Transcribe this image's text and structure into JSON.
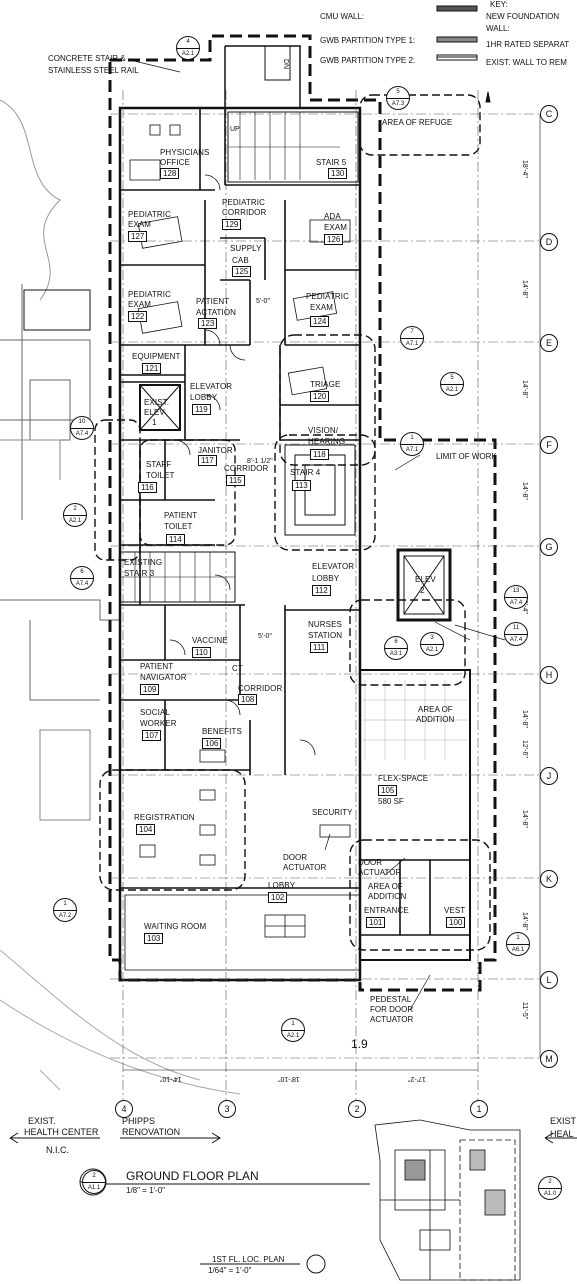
{
  "key": {
    "heading": "KEY:",
    "cmu_wall": "CMU WALL:",
    "gwb_type1": "GWB PARTITION TYPE 1:",
    "gwb_type2": "GWB PARTITION TYPE 2:",
    "new_foundation": "NEW FOUNDATION",
    "wall": "WALL:",
    "rated_sep": "1HR RATED SEPARAT",
    "exist_wall": "EXIST. WALL TO REM"
  },
  "rooms": [
    {
      "name": "PHYSICIANS",
      "name2": "OFFICE",
      "num": "128"
    },
    {
      "name": "STAIR 5",
      "name2": "",
      "num": "130"
    },
    {
      "name": "PEDIATRIC",
      "name2": "EXAM",
      "num": "127"
    },
    {
      "name": "PEDIATRIC",
      "name2": "CORRIDOR",
      "num": "129"
    },
    {
      "name": "ADA",
      "name2": "EXAM",
      "num": "126"
    },
    {
      "name": "SUPPLY",
      "name2": "CAB",
      "num": "125"
    },
    {
      "name": "PEDIATRIC",
      "name2": "EXAM",
      "num": "122"
    },
    {
      "name": "PATIENT",
      "name2": "ACTATION",
      "num": "123"
    },
    {
      "name": "PEDIATRIC",
      "name2": "EXAM",
      "num": "124"
    },
    {
      "name": "EQUIPMENT",
      "name2": "",
      "num": "121"
    },
    {
      "name": "ELEVATOR",
      "name2": "LOBBY",
      "num": "119"
    },
    {
      "name": "TRIAGE",
      "name2": "",
      "num": "120"
    },
    {
      "name": "EXIST.",
      "name2": "ELEV",
      "num": "1"
    },
    {
      "name": "VISION/",
      "name2": "HEARING",
      "num": "118"
    },
    {
      "name": "JANITOR",
      "name2": "",
      "num": "117"
    },
    {
      "name": "STAFF",
      "name2": "TOILET",
      "num": "116"
    },
    {
      "name": "CORRIDOR",
      "name2": "",
      "num": "115"
    },
    {
      "name": "STAIR 4",
      "name2": "",
      "num": "113"
    },
    {
      "name": "PATIENT",
      "name2": "TOILET",
      "num": "114"
    },
    {
      "name": "EXISTING",
      "name2": "STAIR 3",
      "num": ""
    },
    {
      "name": "ELEVATOR",
      "name2": "LOBBY",
      "num": "112"
    },
    {
      "name": "ELEV",
      "name2": "",
      "num": "2"
    },
    {
      "name": "VACCINE",
      "name2": "",
      "num": "110"
    },
    {
      "name": "NURSES",
      "name2": "STATION",
      "num": "111"
    },
    {
      "name": "PATIENT",
      "name2": "NAVIGATOR",
      "num": "109"
    },
    {
      "name": "CT",
      "name2": "",
      "num": ""
    },
    {
      "name": "CORRIDOR",
      "name2": "",
      "num": "108"
    },
    {
      "name": "SOCIAL",
      "name2": "WORKER",
      "num": "107"
    },
    {
      "name": "BENEFITS",
      "name2": "",
      "num": "106"
    },
    {
      "name": "FLEX-SPACE",
      "name2": "",
      "num": "105"
    },
    {
      "name": "REGISTRATION",
      "name2": "",
      "num": "104"
    },
    {
      "name": "LOBBY",
      "name2": "",
      "num": "102"
    },
    {
      "name": "WAITING ROOM",
      "name2": "",
      "num": "103"
    },
    {
      "name": "ENTRANCE",
      "name2": "",
      "num": "101"
    },
    {
      "name": "VEST",
      "name2": "",
      "num": "100"
    }
  ],
  "notes": {
    "concrete_stair": "CONCRETE STAIR &",
    "stainless_rail": "STAINLESS STEEL RAIL",
    "area_refuge": "AREA OF REFUGE",
    "limit_work": "LIMIT OF WORK",
    "area_addition1": "AREA OF",
    "area_addition2": "ADDITION",
    "flex_area": "580 SF",
    "security": "SECURITY",
    "door_actuator1": "DOOR",
    "door_actuator2": "ACTUATOR",
    "door_actuator3": "DOOR",
    "door_actuator4": "ACTUATOR",
    "area_addition3": "AREA OF",
    "area_addition4": "ADDITION",
    "pedestal1": "PEDESTAL",
    "pedestal2": "FOR DOOR",
    "pedestal3": "ACTUATOR",
    "up": "UP",
    "dn": "DN",
    "dim_50": "5'-0\"",
    "dim_50b": "5'-0\"",
    "dim_81": "8'-1 1/2\"",
    "dim_19": "1.9"
  },
  "grid_rows": [
    "C",
    "D",
    "E",
    "F",
    "G",
    "H",
    "J",
    "K",
    "L",
    "M"
  ],
  "grid_cols": [
    "4",
    "3",
    "2",
    "1"
  ],
  "row_dims": [
    "18'-4\"",
    "14'-8\"",
    "14'-8\"",
    "14'-8\"",
    "18'-4\"",
    "14'-8\"",
    "12'-6\"",
    "14'-8\"",
    "14'-8\"",
    "11'-5\""
  ],
  "col_dims": [
    "14'-10\"",
    "18'-10\"",
    "17'-2\""
  ],
  "sections": [
    {
      "top": "4",
      "bot": "A2.1"
    },
    {
      "top": "5",
      "bot": "A7.3"
    },
    {
      "top": "7",
      "bot": "A7.1"
    },
    {
      "top": "5",
      "bot": "A2.1"
    },
    {
      "top": "10",
      "bot": "A7.4"
    },
    {
      "top": "1",
      "bot": "A7.1"
    },
    {
      "top": "2",
      "bot": "A2.1"
    },
    {
      "top": "6",
      "bot": "A7.4"
    },
    {
      "top": "13",
      "bot": "A7.4"
    },
    {
      "top": "11",
      "bot": "A7.4"
    },
    {
      "top": "6",
      "bot": "A3.1"
    },
    {
      "top": "3",
      "bot": "A2.1"
    },
    {
      "top": "1",
      "bot": "A7.2"
    },
    {
      "top": "1",
      "bot": "A6.1"
    },
    {
      "top": "1",
      "bot": "A2.1"
    },
    {
      "top": "2",
      "bot": "A1.1"
    },
    {
      "top": "2",
      "bot": "A1.0"
    }
  ],
  "bottom": {
    "exist": "EXIST.",
    "health_center": "HEALTH CENTER",
    "nic": "N.I.C.",
    "phipps": "PHIPPS",
    "renovation": "RENOVATION",
    "exist_r": "EXIST",
    "heal_r": "HEAL",
    "plan_title": "GROUND FLOOR PLAN",
    "scale": "1/8\" = 1'-0\"",
    "loc_title": "1ST FL. LOC. PLAN",
    "loc_scale": "1/64\" = 1'-0\""
  }
}
